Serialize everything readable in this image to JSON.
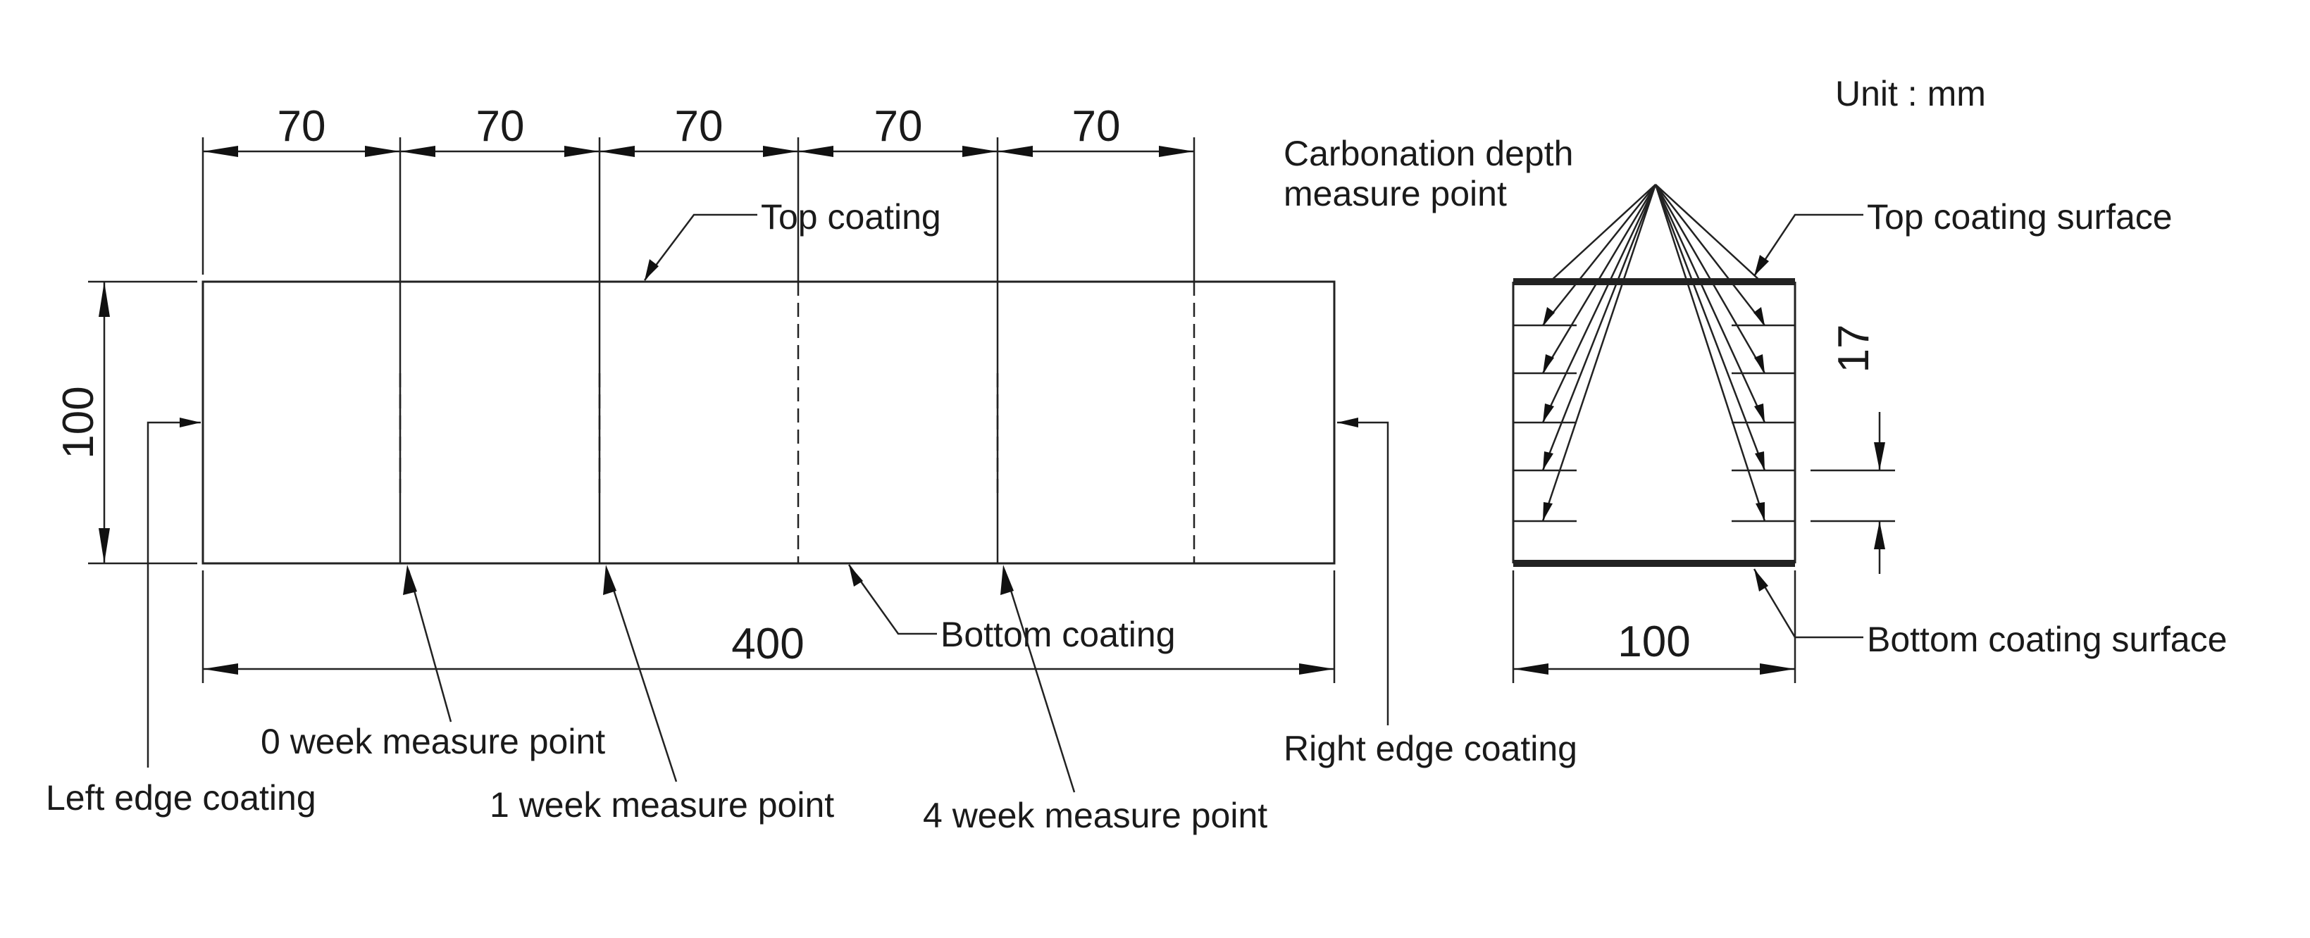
{
  "unit_label": "Unit : mm",
  "dimensions": {
    "segment": "70",
    "segment_count": 5,
    "length": "400",
    "height": "100",
    "section_width": "100",
    "spacing": "17"
  },
  "labels": {
    "top_coating": "Top coating",
    "bottom_coating": "Bottom coating",
    "left_edge_coating": "Left edge coating",
    "right_edge_coating": "Right edge coating",
    "week0": "0 week measure point",
    "week1": "1 week measure point",
    "week4": "4 week measure point",
    "carbonation_line1": "Carbonation depth",
    "carbonation_line2": "measure point",
    "top_coating_surface": "Top coating surface",
    "bottom_coating_surface": "Bottom coating surface"
  }
}
